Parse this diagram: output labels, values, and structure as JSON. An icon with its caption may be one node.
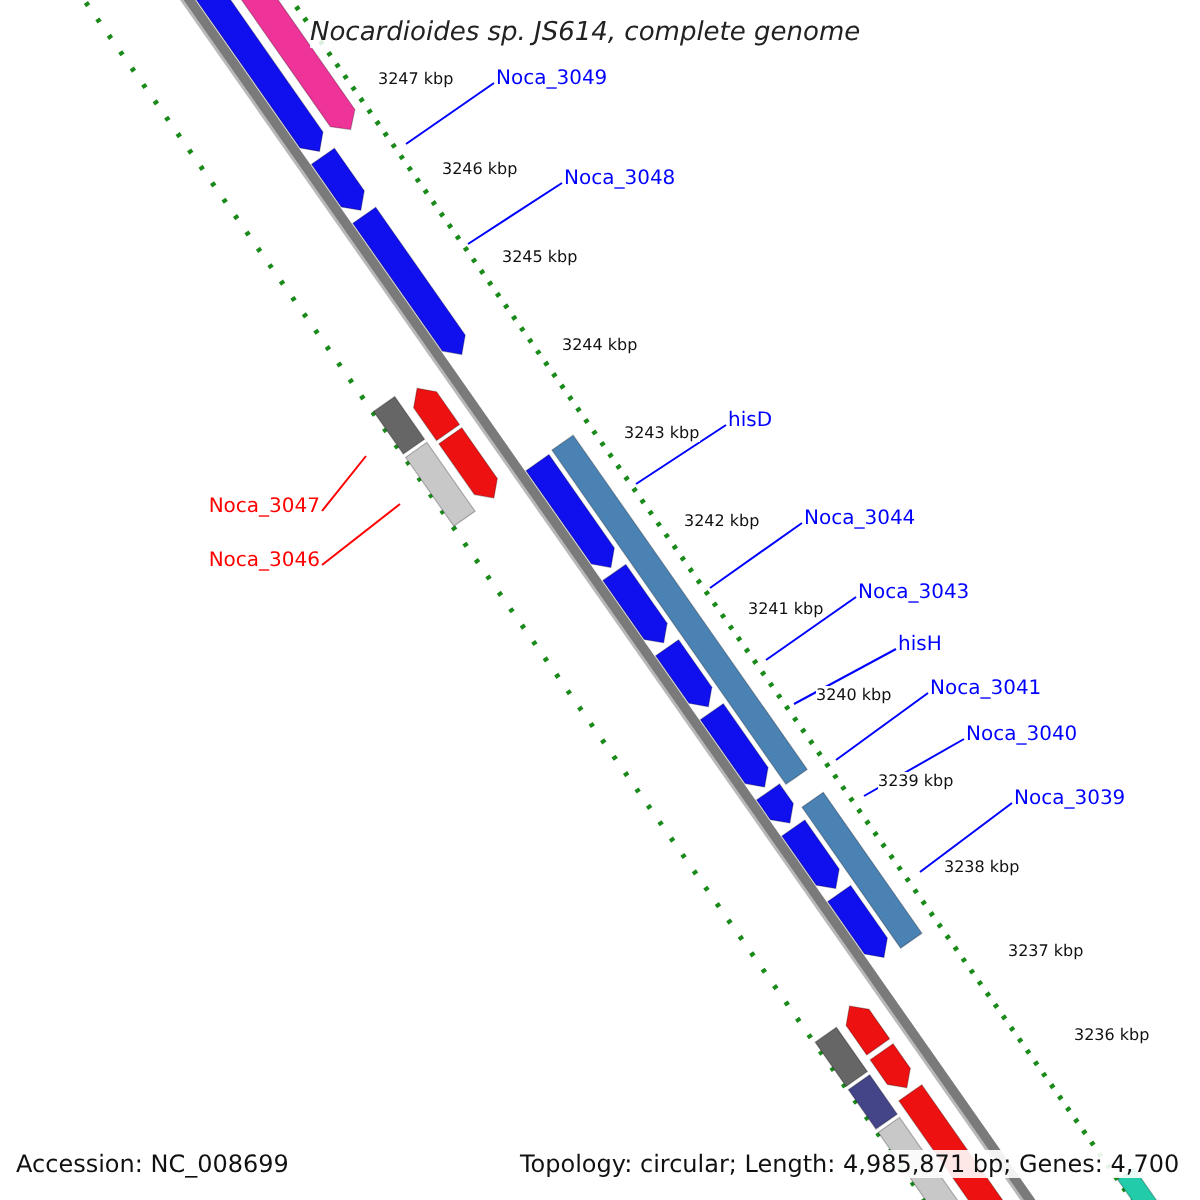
{
  "diagram": {
    "title": "Nocardioides sp. JS614, complete genome",
    "nodes": [
      {
        "text": [
          "Noca_3049"
        ]
      },
      {
        "text": [
          "Noca_3048"
        ]
      },
      {
        "text": [
          "hisD"
        ]
      },
      {
        "text": [
          "Noca_3047"
        ]
      },
      {
        "text": [
          "Noca_3044"
        ]
      },
      {
        "text": [
          "Noca_3046"
        ]
      },
      {
        "text": [
          "Noca_3043"
        ]
      },
      {
        "text": [
          "hisH"
        ]
      },
      {
        "text": [
          "Noca_3041"
        ]
      },
      {
        "text": [
          "Noca_3040"
        ]
      },
      {
        "text": [
          "Noca_3039"
        ]
      }
    ],
    "edges": [
      {
        "from": 0,
        "to": null,
        "arrow": "none"
      },
      {
        "from": 1,
        "to": null,
        "arrow": "none"
      },
      {
        "from": 2,
        "to": null,
        "arrow": "none"
      },
      {
        "from": 3,
        "to": null,
        "arrow": "none",
        "color": "#ff0000"
      },
      {
        "from": 4,
        "to": null,
        "arrow": "none"
      },
      {
        "from": 5,
        "to": null,
        "arrow": "none",
        "color": "#ff0000"
      },
      {
        "from": 6,
        "to": null,
        "arrow": "none"
      },
      {
        "from": 7,
        "to": null,
        "arrow": "none"
      },
      {
        "from": 8,
        "to": null,
        "arrow": "none"
      },
      {
        "from": 9,
        "to": null,
        "arrow": "none"
      },
      {
        "from": 10,
        "to": null,
        "arrow": "none"
      }
    ],
    "labels": [
      "3247 kbp",
      "3246 kbp",
      "3245 kbp",
      "3244 kbp",
      "3243 kbp",
      "3242 kbp",
      "3241 kbp",
      "3240 kbp",
      "3239 kbp",
      "3238 kbp",
      "3237 kbp",
      "3236 kbp",
      "Accession: NC_008699",
      "Topology: circular; Length: 4,985,871 bp; Genes: 4,700"
    ]
  }
}
